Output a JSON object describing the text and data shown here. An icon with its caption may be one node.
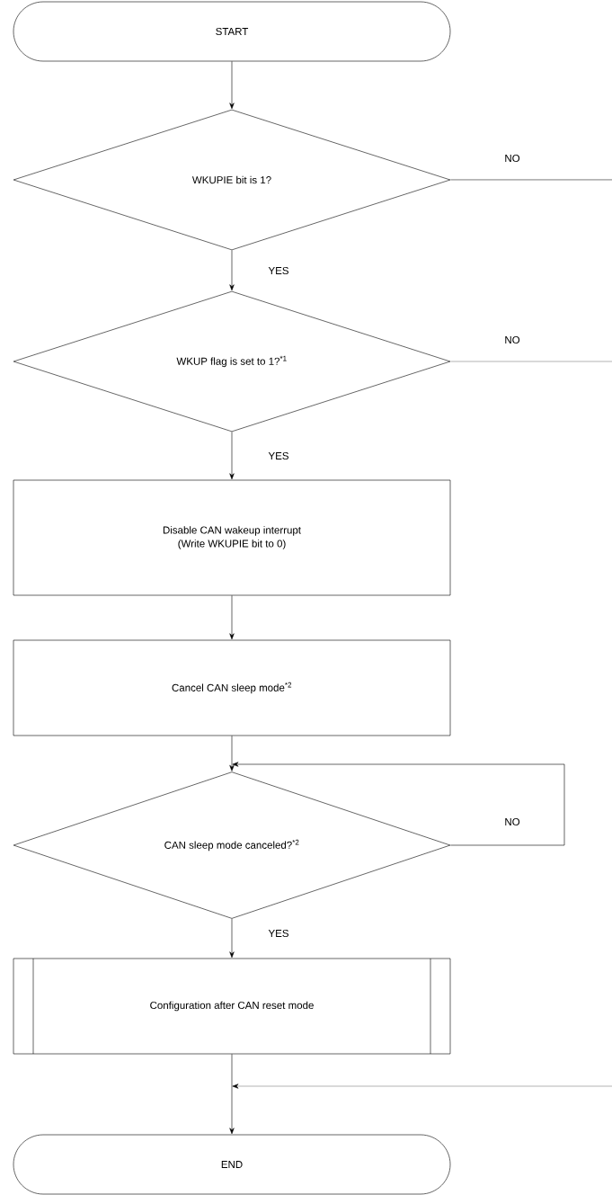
{
  "diagram": {
    "nodes": [
      {
        "text": [
          "START"
        ]
      },
      {
        "text": [
          "WKUPIE bit is 1?"
        ]
      },
      {
        "text": [
          "WKUP flag is set to 1?$^{*1}$"
        ]
      },
      {
        "text": [
          "Disable CAN wakeup interrupt",
          "(Write WKUPIE bit to 0)"
        ]
      },
      {
        "text": [
          "Cancel CAN sleep mode$^{*2}$"
        ]
      },
      {
        "text": [
          "CAN sleep mode canceled?$^{*2}$"
        ]
      },
      {
        "text": [
          "Configuration after CAN reset mode"
        ]
      },
      {
        "text": [
          "END"
        ]
      }
    ],
    "edges": [
      {
        "from": 0,
        "to": 1,
        "arrow": "to"
      },
      {
        "from": 1,
        "to": 2,
        "arrow": "to",
        "label": "YES"
      },
      {
        "from": 2,
        "to": 3,
        "arrow": "to",
        "label": "YES"
      },
      {
        "from": 3,
        "to": 4,
        "arrow": "to"
      },
      {
        "from": 4,
        "to": 5,
        "arrow": "to"
      },
      {
        "from": 5,
        "to": 5,
        "arrow": "to",
        "label": "NO"
      },
      {
        "from": 5,
        "to": 6,
        "arrow": "to",
        "label": "YES"
      },
      {
        "from": 6,
        "to": 7,
        "arrow": "to"
      },
      {
        "from": 1,
        "to": null,
        "arrow": "none",
        "label": "NO"
      },
      {
        "from": 2,
        "to": null,
        "arrow": "none",
        "label": "NO"
      },
      {
        "from": null,
        "to": 7,
        "arrow": "to"
      }
    ]
  }
}
